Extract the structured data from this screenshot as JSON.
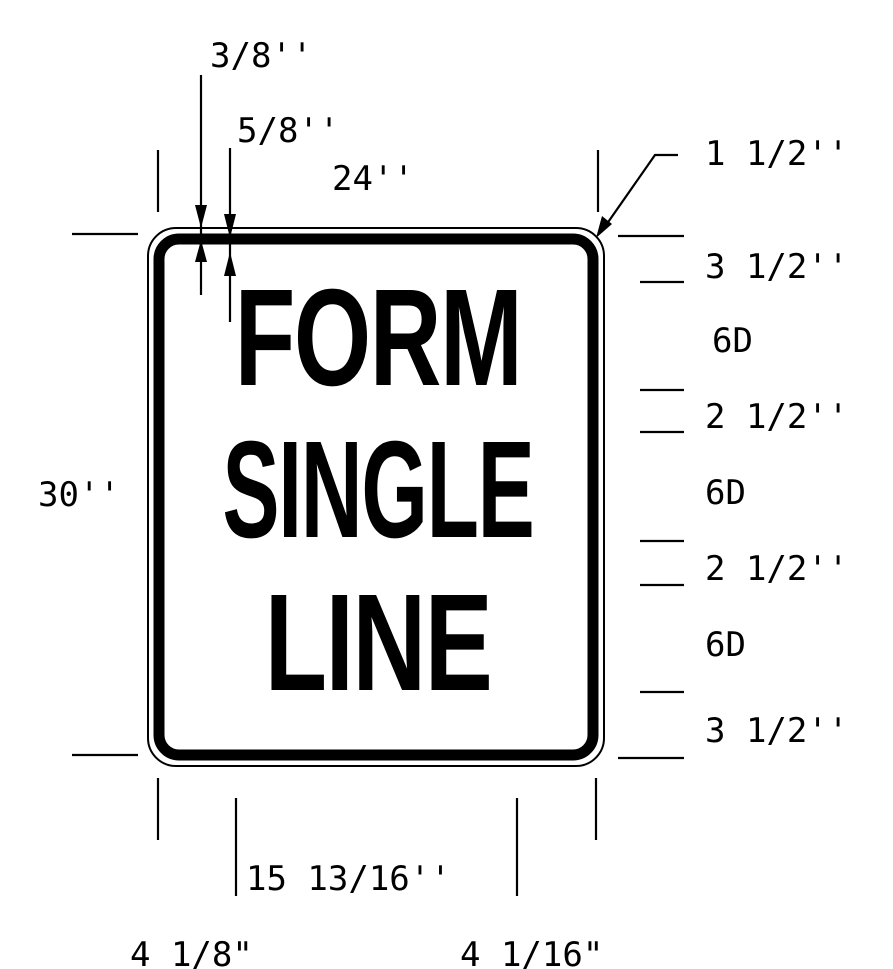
{
  "sign": {
    "lines": [
      "FORM",
      "SINGLE",
      "LINE"
    ]
  },
  "dimensions": {
    "top_margin_outer": "3/8''",
    "border_width": "5/8''",
    "sign_width": "24''",
    "corner_radius": "1 1/2''",
    "sign_height": "30''",
    "top_spacing": "3 1/2''",
    "line1_height": "6D",
    "gap1": "2 1/2''",
    "line2_height": "6D",
    "gap2": "2 1/2''",
    "line3_height": "6D",
    "bottom_spacing": "3 1/2''",
    "text_width": "15 13/16''",
    "left_margin": "4 1/8\"",
    "right_margin": "4 1/16\""
  }
}
